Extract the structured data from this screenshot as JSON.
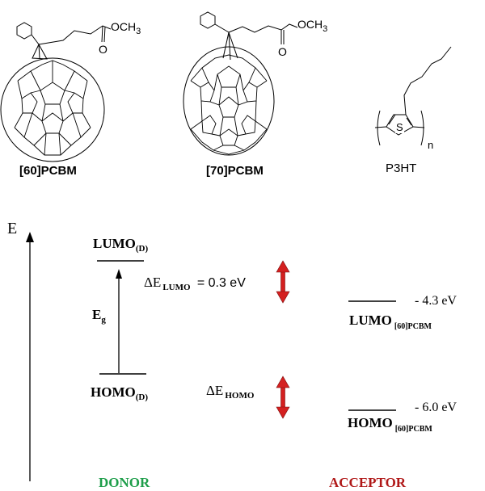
{
  "molecules": {
    "pcbm60": {
      "label": "[60]PCBM",
      "ester": "OCH",
      "ester_sub": "3",
      "carbonyl_o": "O"
    },
    "pcbm70": {
      "label": "[70]PCBM",
      "ester": "OCH",
      "ester_sub": "3",
      "carbonyl_o": "O"
    },
    "p3ht": {
      "label": "P3HT",
      "ring_atom": "S",
      "repeat": "n"
    }
  },
  "diagram": {
    "energy_axis": "E",
    "donor": {
      "lumo": "LUMO",
      "lumo_sub": "(D)",
      "homo": "HOMO",
      "homo_sub": "(D)",
      "gap": "E",
      "gap_sub": "g",
      "title": "DONOR",
      "title_color": "#1e9e4a"
    },
    "delta_lumo": {
      "symbol": "ΔE",
      "sub": "LUMO",
      "value": "= 0.3 eV"
    },
    "delta_homo": {
      "symbol": "ΔE",
      "sub": "HOMO"
    },
    "arrow_color": "#d42020",
    "acceptor": {
      "lumo": "LUMO",
      "lumo_sub": "[60]PCBM",
      "lumo_energy": "- 4.3 eV",
      "homo": "HOMO",
      "homo_sub": "[60]PCBM",
      "homo_energy": "- 6.0 eV",
      "title": "ACCEPTOR",
      "title_color": "#b01818"
    }
  }
}
